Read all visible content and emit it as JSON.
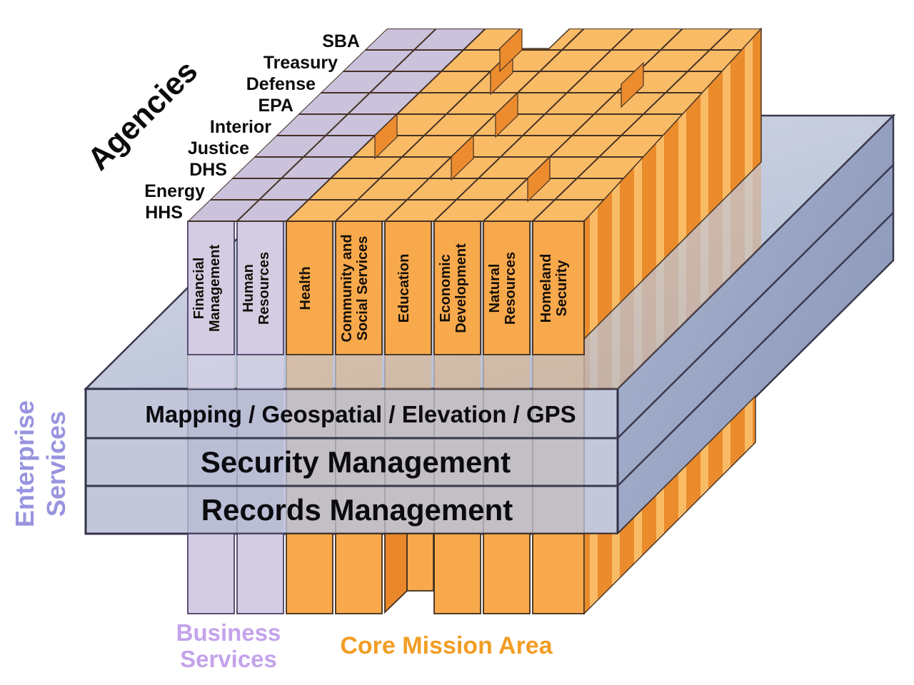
{
  "agencies_axis": {
    "label": "Agencies",
    "items_front_to_back": [
      "HHS",
      "Energy",
      "DHS",
      "Justice",
      "Interior",
      "EPA",
      "Defense",
      "Treasury",
      "SBA"
    ]
  },
  "columns": {
    "business_services": {
      "label_lines": [
        "Business",
        "Services"
      ],
      "columns": [
        [
          "Financial",
          "Management"
        ],
        [
          "Human",
          "Resources"
        ]
      ]
    },
    "core_mission": {
      "label": "Core Mission Area",
      "columns": [
        [
          "Health"
        ],
        [
          "Community and",
          "Social Services"
        ],
        [
          "Education"
        ],
        [
          "Economic",
          "Development"
        ],
        [
          "Natural",
          "Resources"
        ],
        [
          "Homeland",
          "Security"
        ]
      ]
    }
  },
  "enterprise_services": {
    "label_lines": [
      "Enterprise",
      "Services"
    ],
    "layers": [
      "Mapping / Geospatial / Elevation / GPS",
      "Security Management",
      "Records Management"
    ]
  },
  "colors": {
    "core_mission_front": "#f8a94c",
    "core_mission_top": "#f9bb66",
    "core_mission_side": "#e9872a",
    "business_front": "#d4cce3",
    "business_top": "#cbc2dc",
    "slab_front": "#c2c8da",
    "slab_top": "#c9cfdf",
    "slab_side": "#9ca8c6",
    "enterprise_label": "#9894df",
    "business_label": "#c4a3ea",
    "core_label": "#f29d24"
  }
}
